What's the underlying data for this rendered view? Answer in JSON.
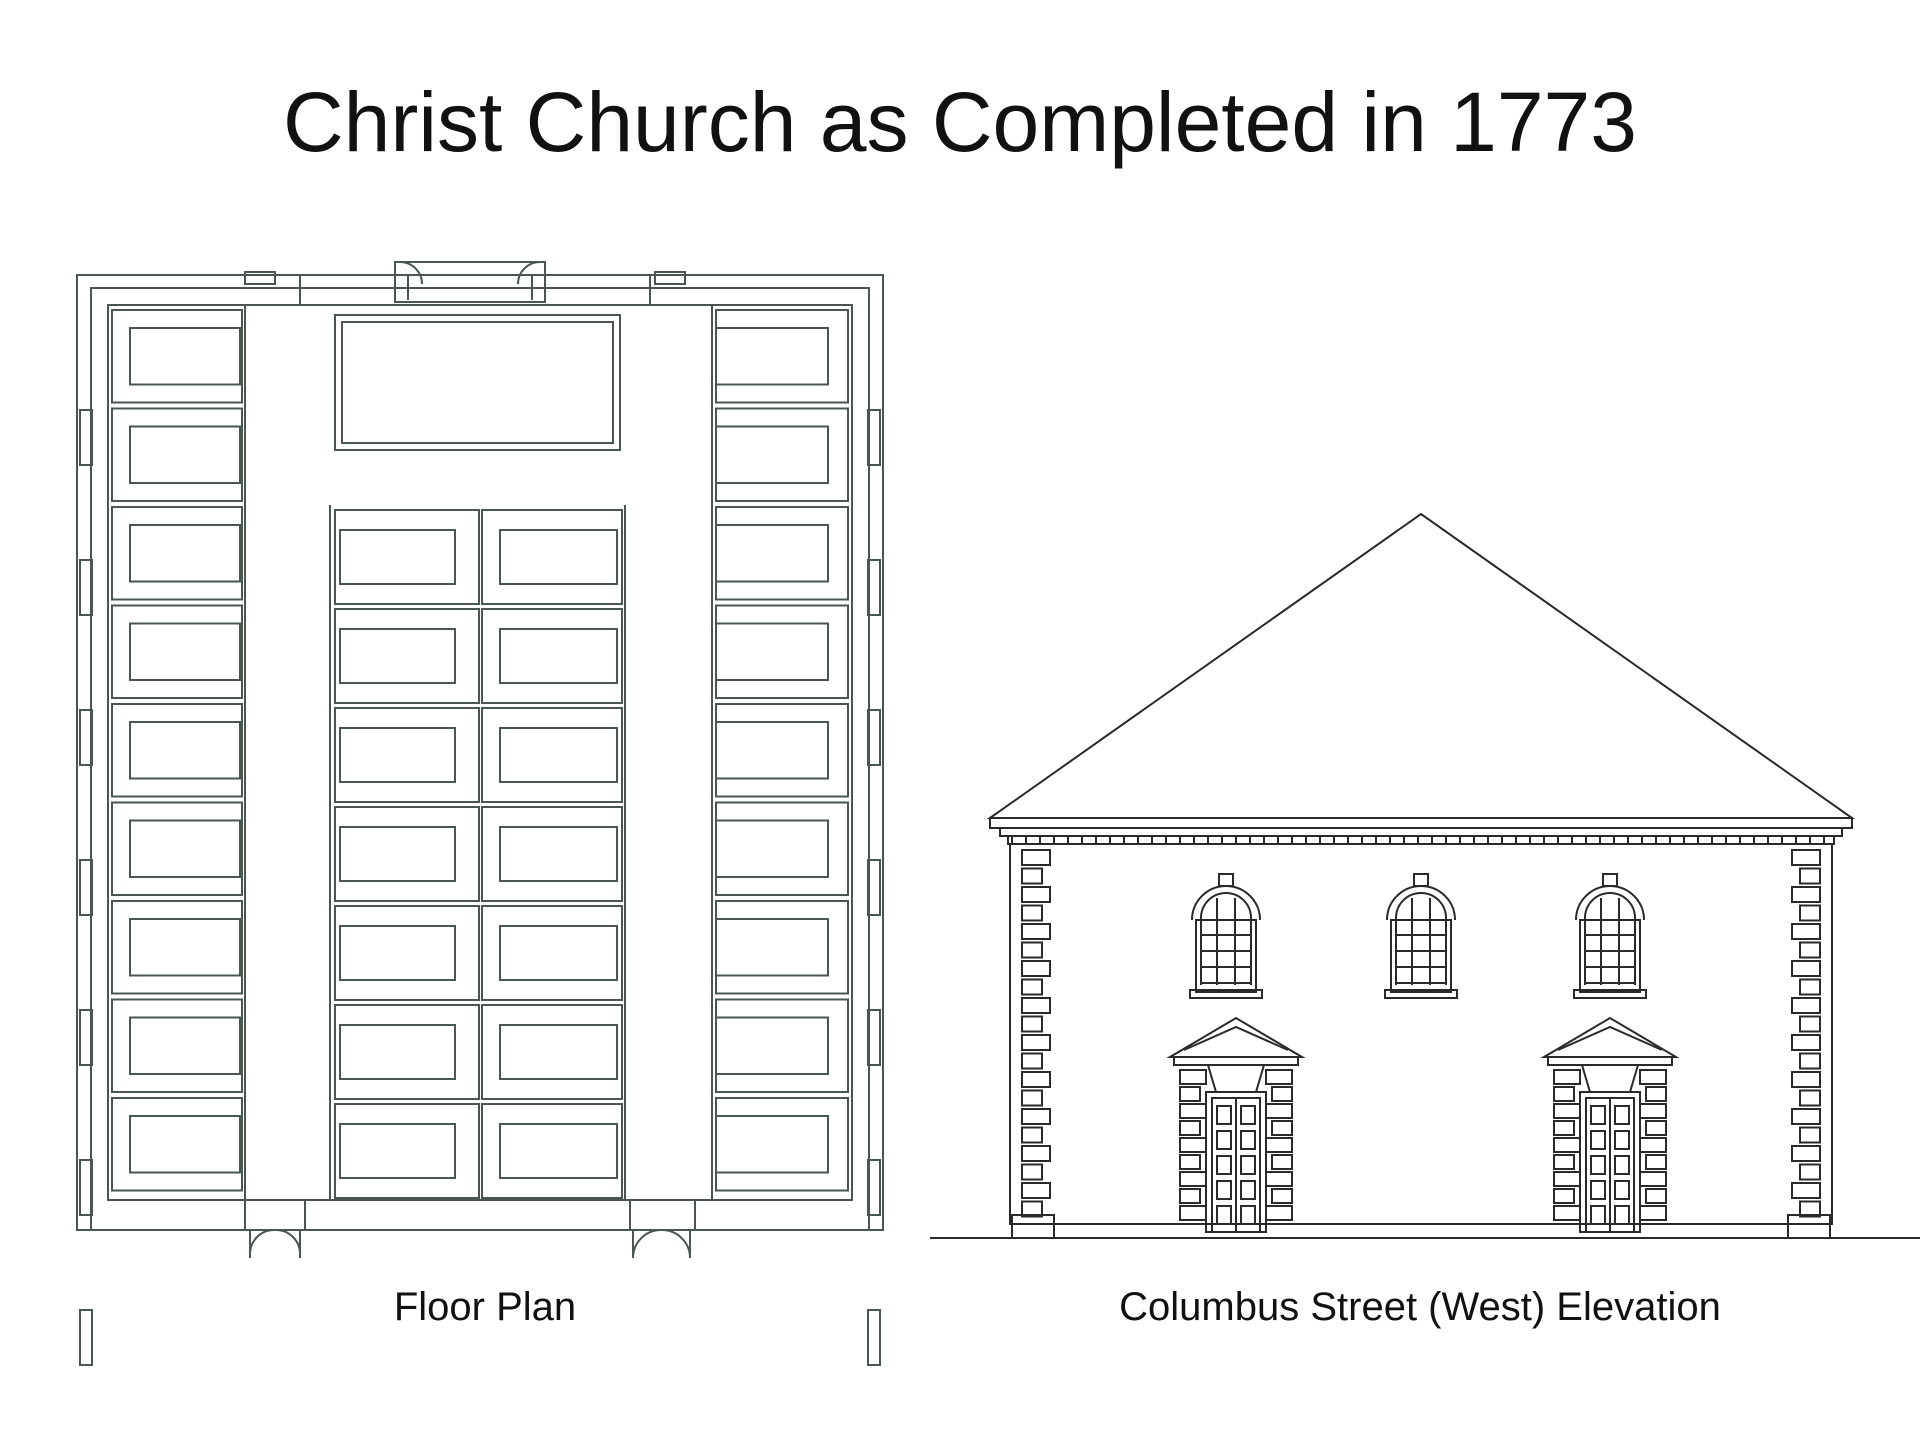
{
  "slide": {
    "title": "Christ Church as Completed in 1773"
  },
  "figures": {
    "floor_plan": {
      "caption": "Floor Plan"
    },
    "elevation": {
      "caption": "Columbus Street (West) Elevation"
    }
  },
  "colors": {
    "plan_line": "#4a5650",
    "elevation_line": "#2a2a2a",
    "background": "#ffffff"
  }
}
